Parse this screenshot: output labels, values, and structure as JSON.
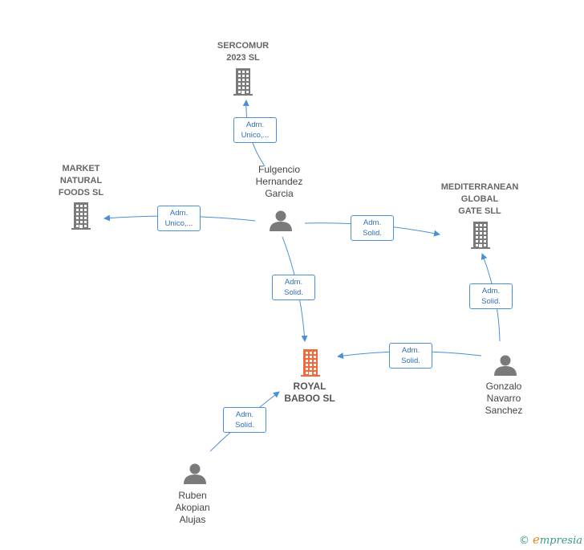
{
  "companies": [
    {
      "id": "sercomur",
      "lines": [
        "SERCOMUR",
        "2023  SL"
      ],
      "main": false,
      "color": "#7a7a7a"
    },
    {
      "id": "market",
      "lines": [
        "MARKET",
        "NATURAL",
        "FOODS  SL"
      ],
      "main": false,
      "color": "#7a7a7a"
    },
    {
      "id": "mediterranean",
      "lines": [
        "MEDITERRANEAN",
        "GLOBAL",
        "GATE  SLL"
      ],
      "main": false,
      "color": "#7a7a7a"
    },
    {
      "id": "royal",
      "lines": [
        "ROYAL",
        "BABOO  SL"
      ],
      "main": true,
      "color": "#f26a3a"
    }
  ],
  "persons": [
    {
      "id": "fulgencio",
      "lines": [
        "Fulgencio",
        "Hernandez",
        "Garcia"
      ]
    },
    {
      "id": "gonzalo",
      "lines": [
        "Gonzalo",
        "Navarro",
        "Sanchez"
      ]
    },
    {
      "id": "ruben",
      "lines": [
        "Ruben",
        "Akopian",
        "Alujas"
      ]
    }
  ],
  "edges": [
    {
      "id": "fulgencio-sercomur",
      "from": "fulgencio",
      "to": "sercomur",
      "lines": [
        "Adm.",
        "Unico,..."
      ]
    },
    {
      "id": "fulgencio-market",
      "from": "fulgencio",
      "to": "market",
      "lines": [
        "Adm.",
        "Unico,..."
      ]
    },
    {
      "id": "fulgencio-mediterranean",
      "from": "fulgencio",
      "to": "mediterranean",
      "lines": [
        "Adm.",
        "Solid."
      ]
    },
    {
      "id": "fulgencio-royal",
      "from": "fulgencio",
      "to": "royal",
      "lines": [
        "Adm.",
        "Solid."
      ]
    },
    {
      "id": "gonzalo-mediterranean",
      "from": "gonzalo",
      "to": "mediterranean",
      "lines": [
        "Adm.",
        "Solid."
      ]
    },
    {
      "id": "gonzalo-royal",
      "from": "gonzalo",
      "to": "royal",
      "lines": [
        "Adm.",
        "Solid."
      ]
    },
    {
      "id": "ruben-royal",
      "from": "ruben",
      "to": "royal",
      "lines": [
        "Adm.",
        "Solid."
      ]
    }
  ],
  "colors": {
    "edge": "#4a90d9",
    "company": "#7a7a7a",
    "main_company": "#f26a3a",
    "person": "#7a7a7a"
  },
  "footer": {
    "copyright": "©",
    "brand_initial": "e",
    "brand_rest": "mpresia"
  }
}
